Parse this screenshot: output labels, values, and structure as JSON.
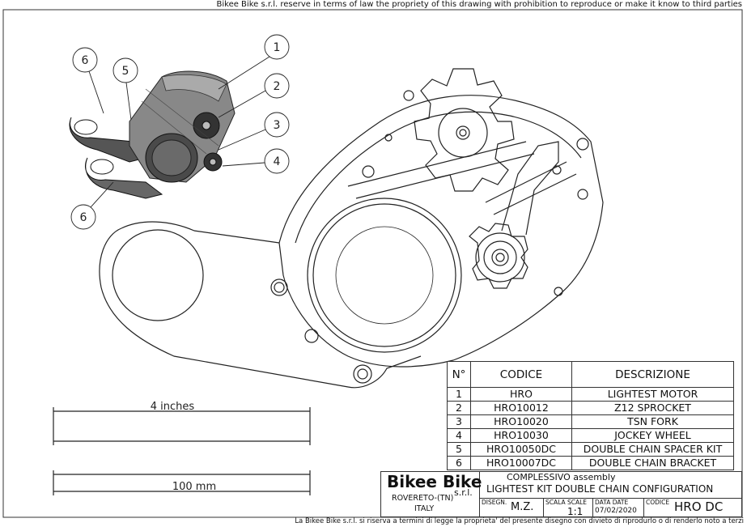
{
  "header_note": "Bikee Bike s.r.l. reserve in terms of law the propriety of this drawing with prohibition to reproduce or make it know to third parties",
  "footer_note": "La Bikee Bike s.r.l. si riserva a termini di legge la proprieta' del presente disegno con divieto di riprodurlo o di renderlo noto a terzi",
  "callouts": [
    "1",
    "2",
    "3",
    "4",
    "5",
    "6",
    "6"
  ],
  "scale_bars": {
    "inches_label": "4 inches",
    "mm_label": "100 mm"
  },
  "parts_table": {
    "headers": [
      "N°",
      "CODICE",
      "DESCRIZIONE"
    ],
    "rows": [
      {
        "n": "1",
        "code": "HRO",
        "desc": "LIGHTEST MOTOR"
      },
      {
        "n": "2",
        "code": "HRO10012",
        "desc": "Z12 SPROCKET"
      },
      {
        "n": "3",
        "code": "HRO10020",
        "desc": "TSN FORK"
      },
      {
        "n": "4",
        "code": "HRO10030",
        "desc": "JOCKEY WHEEL"
      },
      {
        "n": "5",
        "code": "HRO10050DC",
        "desc": "DOUBLE CHAIN SPACER KIT"
      },
      {
        "n": "6",
        "code": "HRO10007DC",
        "desc": "DOUBLE CHAIN BRACKET"
      }
    ]
  },
  "title_block": {
    "company": "Bikee Bike",
    "company_suffix": "s.r.l.",
    "location": "ROVERETO-(TN)",
    "country": "ITALY",
    "assembly_label": "COMPLESSIVO assembly",
    "assembly_name": "LIGHTEST KIT DOUBLE CHAIN CONFIGURATION",
    "disegn_label": "DISEGN.",
    "disegn_value": "M.Z.",
    "scala_label": "SCALA SCALE",
    "scala_value": "1:1",
    "data_label": "DATA DATE",
    "data_value": "07/02/2020",
    "codice_label": "CODICE",
    "codice_value": "HRO DC"
  }
}
